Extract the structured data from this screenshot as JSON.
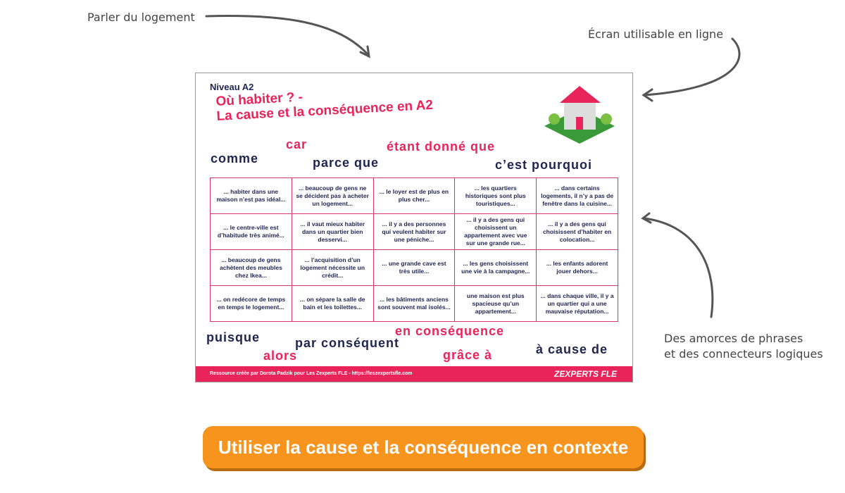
{
  "annotations": {
    "top_left": "Parler du logement",
    "top_right": "Écran utilisable en ligne",
    "bottom_right_line1": "Des amorces de phrases",
    "bottom_right_line2": "et des connecteurs logiques"
  },
  "sheet": {
    "level": "Niveau A2",
    "title_line1": "Où habiter ? -",
    "title_line2": "La cause et la conséquence en A2",
    "connectors_top": [
      "comme",
      "car",
      "parce que",
      "étant donné que",
      "c’est pourquoi"
    ],
    "connectors_bottom": [
      "puisque",
      "alors",
      "par conséquent",
      "en conséquence",
      "grâce à",
      "à cause de"
    ],
    "grid": [
      [
        "... habiter dans une maison n’est pas idéal...",
        "... beaucoup de gens ne se décident pas à acheter un logement...",
        "... le loyer est de plus en plus cher...",
        "... les quartiers historiques sont plus touristiques...",
        "... dans certains logements, il n’y a pas de fenêtre dans la cuisine..."
      ],
      [
        "... le centre-ville est d’habitude très animé...",
        "... il vaut mieux habiter dans un quartier bien desservi...",
        "... il y a des personnes qui veulent habiter sur une péniche...",
        "... il y a des gens qui choisissent un appartement avec vue sur une grande rue...",
        "... il y a des gens qui choisissent d’habiter en colocation..."
      ],
      [
        "... beaucoup de gens achètent des meubles chez Ikea...",
        "... l’acquisition d’un logement nécessite un crédit...",
        "... une grande cave est très utile...",
        "... les gens choisissent une vie à la campagne...",
        "... les enfants adorent jouer dehors..."
      ],
      [
        "... on redécore de temps en temps le logement...",
        "... on sépare la salle de bain et les toilettes...",
        "... les bâtiments anciens sont souvent mal isolés...",
        "une maison est plus spacieuse qu’un appartement...",
        "... dans chaque ville, il y a un quartier qui a une mauvaise réputation..."
      ]
    ],
    "footer": "Ressource créée par Dorota Padzik pour Les Zexperts FLE - https://leszexpertsfle.com",
    "logo": "ZEXPERTS FLE"
  },
  "cta_label": "Utiliser la cause et la conséquence en contexte",
  "colors": {
    "pink": "#e8245a",
    "navy": "#1f2450",
    "orange": "#f7941d"
  }
}
